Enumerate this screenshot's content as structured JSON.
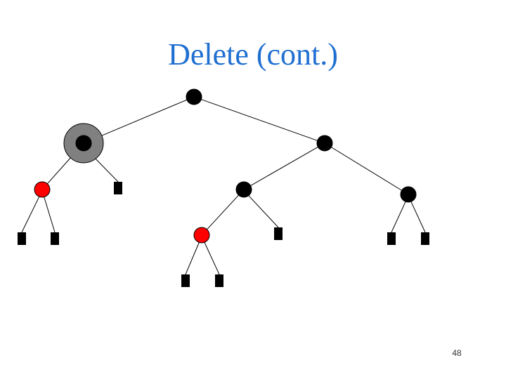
{
  "slide": {
    "title": "Delete (cont.)",
    "page_number": "48"
  },
  "colors": {
    "title": "#1f6fd1",
    "black_node": "#000000",
    "red_node": "#ff0000",
    "highlight_ring": "#808080",
    "edge": "#000000"
  },
  "tree": {
    "nodes": [
      {
        "id": "n1",
        "kind": "black"
      },
      {
        "id": "n2",
        "kind": "black",
        "highlighted": true
      },
      {
        "id": "n3",
        "kind": "black"
      },
      {
        "id": "n4",
        "kind": "red"
      },
      {
        "id": "n5",
        "kind": "leaf"
      },
      {
        "id": "n6",
        "kind": "black"
      },
      {
        "id": "n7",
        "kind": "black"
      },
      {
        "id": "n8",
        "kind": "leaf"
      },
      {
        "id": "n9",
        "kind": "leaf"
      },
      {
        "id": "n10",
        "kind": "red"
      },
      {
        "id": "n11",
        "kind": "leaf"
      },
      {
        "id": "n12",
        "kind": "leaf"
      },
      {
        "id": "n13",
        "kind": "leaf"
      },
      {
        "id": "n14",
        "kind": "leaf"
      },
      {
        "id": "n15",
        "kind": "leaf"
      }
    ],
    "edges": [
      [
        "n1",
        "n2"
      ],
      [
        "n1",
        "n3"
      ],
      [
        "n2",
        "n4"
      ],
      [
        "n2",
        "n5"
      ],
      [
        "n3",
        "n6"
      ],
      [
        "n3",
        "n7"
      ],
      [
        "n4",
        "n8"
      ],
      [
        "n4",
        "n9"
      ],
      [
        "n6",
        "n10"
      ],
      [
        "n6",
        "n11"
      ],
      [
        "n7",
        "n12"
      ],
      [
        "n7",
        "n13"
      ],
      [
        "n10",
        "n14"
      ],
      [
        "n10",
        "n15"
      ]
    ]
  }
}
